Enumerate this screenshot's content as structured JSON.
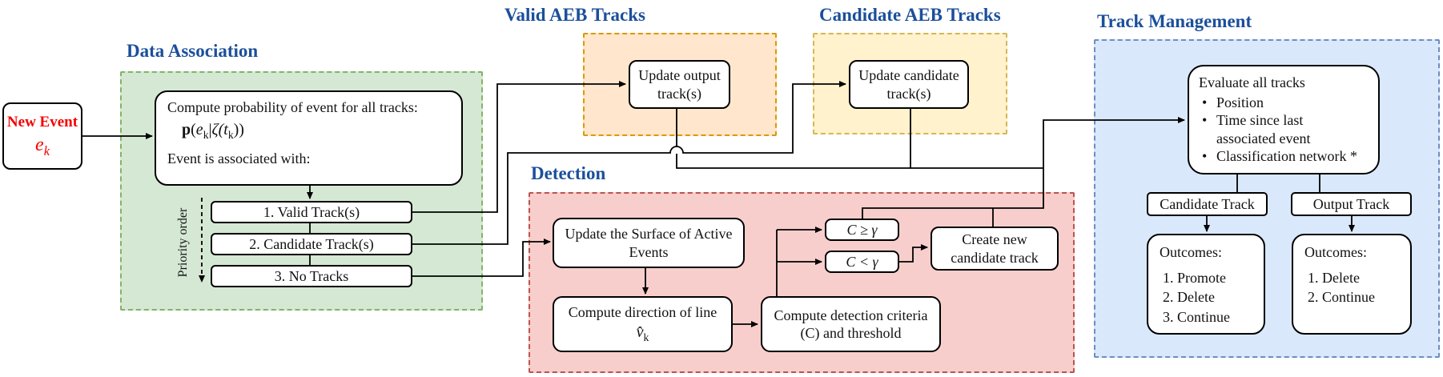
{
  "titles": {
    "data_association": "Data Association",
    "valid_aeb": "Valid AEB Tracks",
    "candidate_aeb": "Candidate AEB Tracks",
    "detection": "Detection",
    "track_management": "Track Management"
  },
  "colors": {
    "title_blue": "#1b4f9b",
    "new_event_red": "#f50000",
    "green_fill": "#d5e8d4",
    "green_border": "#82b366",
    "orange_fill": "#ffe6cc",
    "orange_border": "#d79b00",
    "yellow_fill": "#fff2cc",
    "yellow_border": "#d6b656",
    "red_fill": "#f8cecc",
    "red_border": "#b85450",
    "blue_fill": "#dae8fc",
    "blue_border": "#6c8ebf",
    "line": "#000000"
  },
  "new_event": {
    "label": "New Event",
    "symbol_base": "e",
    "symbol_sub": "k"
  },
  "data_association": {
    "compute_line1": "Compute probability of event for all tracks:",
    "formula": {
      "p": "p",
      "paren1": "(",
      "e": "e",
      "e_sub": "k",
      "pipe": "|",
      "zeta": "ζ(",
      "t": "t",
      "t_sub": "k",
      "close": "))"
    },
    "compute_line2": "Event is associated with:",
    "priority_label": "Priority order",
    "options": [
      "1. Valid Track(s)",
      "2. Candidate Track(s)",
      "3. No Tracks"
    ]
  },
  "valid_aeb": {
    "update_output": "Update output track(s)"
  },
  "candidate_aeb": {
    "update_candidate": "Update candidate track(s)"
  },
  "detection": {
    "update_surface": "Update the Surface of Active Events",
    "compute_direction": "Compute direction of line",
    "direction_symbol": {
      "base": "v̂",
      "sub": "k"
    },
    "c_geq": "C ≥ γ",
    "c_lt": "C < γ",
    "compute_criteria": "Compute detection criteria (C) and threshold",
    "create_new": "Create new candidate track"
  },
  "track_management": {
    "evaluate_title": "Evaluate all tracks",
    "evaluate_bullets": [
      "Position",
      "Time since last associated event",
      "Classification network *"
    ],
    "candidate_track": "Candidate Track",
    "output_track": "Output Track",
    "outcomes_candidate": {
      "title": "Outcomes:",
      "items": [
        "1. Promote",
        "2. Delete",
        "3. Continue"
      ]
    },
    "outcomes_output": {
      "title": "Outcomes:",
      "items": [
        "1. Delete",
        "2. Continue"
      ]
    }
  }
}
